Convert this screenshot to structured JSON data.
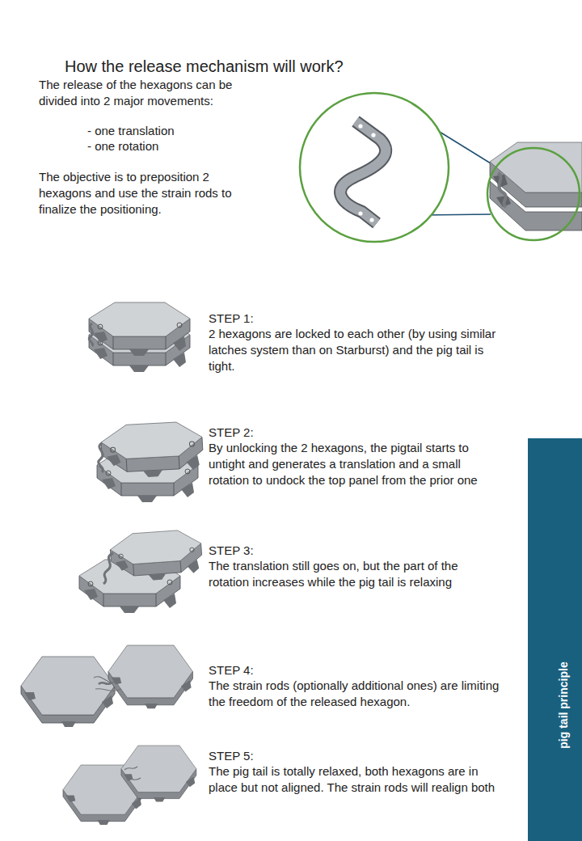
{
  "diagram": {
    "title": "How the release mechanism will work?",
    "nodes": [
      {
        "text": [
          "pig tail principle"
        ]
      }
    ],
    "labels": [
      "The release of the hexagons can be divided into 2 major movements:",
      "- one translation",
      "- one rotation",
      "The objective is to preposition 2 hexagons and use the strain rods to finalize the positioning.",
      "STEP 1:",
      "2 hexagons are locked to each other (by using similar latches system than on Starburst) and the pig tail is tight.",
      "STEP 2:",
      "By unlocking the 2 hexagons, the pigtail starts to untight and generates a translation and a small rotation to undock the top panel from the prior one",
      "STEP 3:",
      "The translation still goes on, but the part of the rotation increases while the pig tail is relaxing",
      "STEP 4:",
      "The strain rods (optionally additional ones) are limiting the freedom of the released hexagon.",
      "STEP 5:",
      "The pig tail is totally relaxed, both hexagons are in place but not aligned. The strain rods will realign both"
    ]
  }
}
